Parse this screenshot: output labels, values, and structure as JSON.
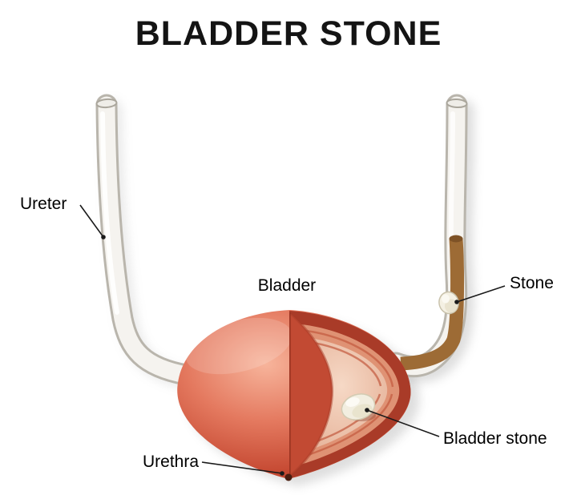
{
  "title": "BLADDER STONE",
  "labels": {
    "ureter": "Ureter",
    "bladder": "Bladder",
    "stone": "Stone",
    "bladder_stone": "Bladder stone",
    "urethra": "Urethra"
  },
  "colors": {
    "bladder_red": "#c0452f",
    "bladder_highlight": "#f7b49b",
    "cut_rim_dark_red": "#a93b28",
    "inner_wall_pink": "#df9274",
    "cavity_pale": "#f0c9b4",
    "tube_white": "#f5f3ef",
    "tube_outline": "#b9b5ac",
    "urine_brown": "#9d6b35",
    "stone_ivory": "#f2eee0",
    "label_text": "#000000"
  }
}
